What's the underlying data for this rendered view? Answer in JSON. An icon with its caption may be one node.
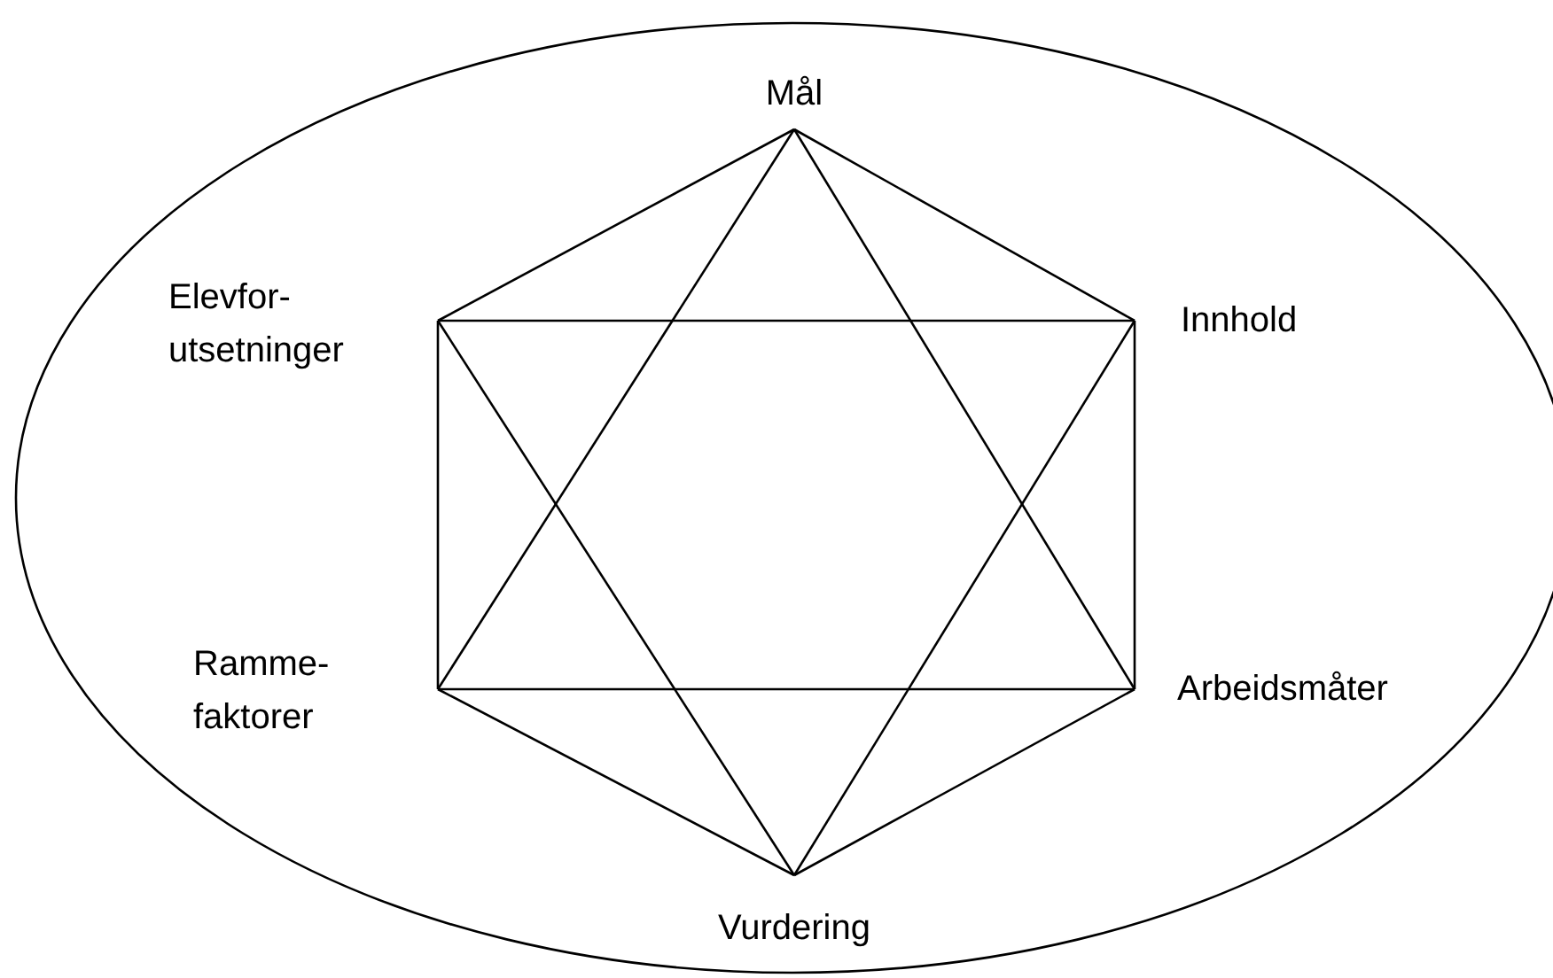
{
  "diagram": {
    "nodes": [
      {
        "text": [
          "Mål"
        ]
      },
      {
        "text": [
          "Innhold"
        ]
      },
      {
        "text": [
          "Elevfor- utsetninger"
        ]
      },
      {
        "text": [
          "Ramme- faktorer"
        ]
      },
      {
        "text": [
          "Arbeidsmåter"
        ]
      },
      {
        "text": [
          "Vurdering"
        ]
      }
    ],
    "edges": [
      {
        "from": 0,
        "to": 1,
        "arrow": "none"
      },
      {
        "from": 1,
        "to": 4,
        "arrow": "none"
      },
      {
        "from": 4,
        "to": 5,
        "arrow": "none"
      },
      {
        "from": 5,
        "to": 3,
        "arrow": "none"
      },
      {
        "from": 3,
        "to": 2,
        "arrow": "none"
      },
      {
        "from": 2,
        "to": 0,
        "arrow": "none"
      },
      {
        "from": 2,
        "to": 1,
        "arrow": "none"
      },
      {
        "from": 3,
        "to": 4,
        "arrow": "none"
      },
      {
        "from": 0,
        "to": 3,
        "arrow": "none"
      },
      {
        "from": 0,
        "to": 4,
        "arrow": "none"
      },
      {
        "from": 2,
        "to": 5,
        "arrow": "none"
      },
      {
        "from": 1,
        "to": 5,
        "arrow": "none"
      }
    ]
  }
}
